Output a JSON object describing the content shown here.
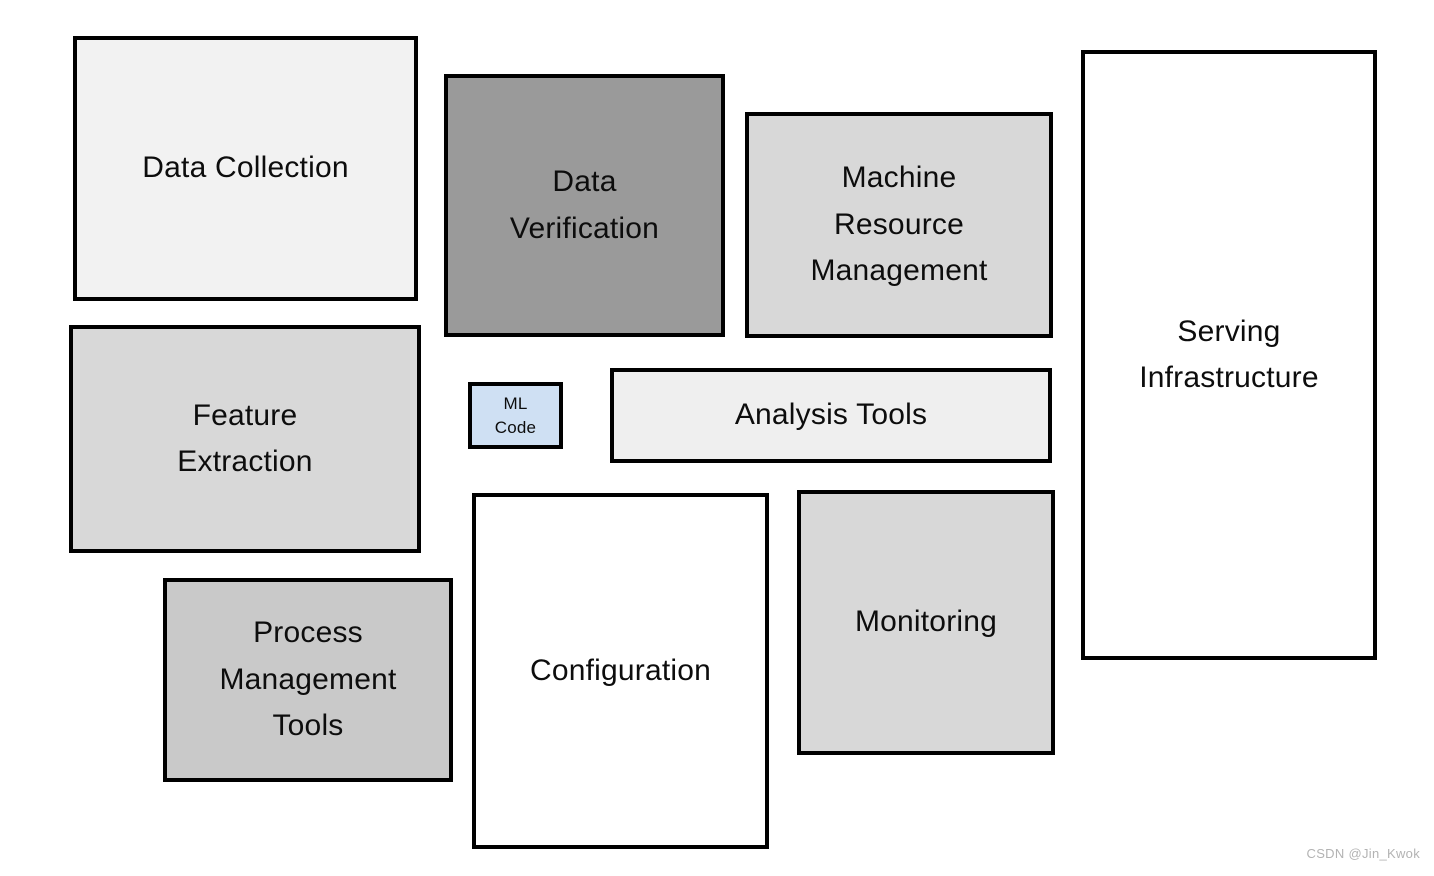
{
  "boxes": {
    "data_collection": {
      "label": "Data Collection",
      "fill": "#f2f2f2"
    },
    "data_verification": {
      "label": "Data\nVerification",
      "fill": "#9a9a9a"
    },
    "machine_resource_management": {
      "label": "Machine\nResource\nManagement",
      "fill": "#d8d8d8"
    },
    "serving_infrastructure": {
      "label": "Serving\nInfrastructure",
      "fill": "#ffffff"
    },
    "feature_extraction": {
      "label": "Feature\nExtraction",
      "fill": "#d8d8d8"
    },
    "ml_code": {
      "label": "ML\nCode",
      "fill": "#cfe0f3"
    },
    "analysis_tools": {
      "label": "Analysis Tools",
      "fill": "#efefef"
    },
    "process_management_tools": {
      "label": "Process\nManagement\nTools",
      "fill": "#c9c9c9"
    },
    "configuration": {
      "label": "Configuration",
      "fill": "#ffffff"
    },
    "monitoring": {
      "label": "Monitoring",
      "fill": "#d8d8d8"
    }
  },
  "style": {
    "border_color": "#000000",
    "text_color": "#0d0d0d",
    "ml_code_accent": "#cfe0f3"
  },
  "watermark": {
    "text": "CSDN @Jin_Kwok",
    "color": "#b3b3b3"
  }
}
